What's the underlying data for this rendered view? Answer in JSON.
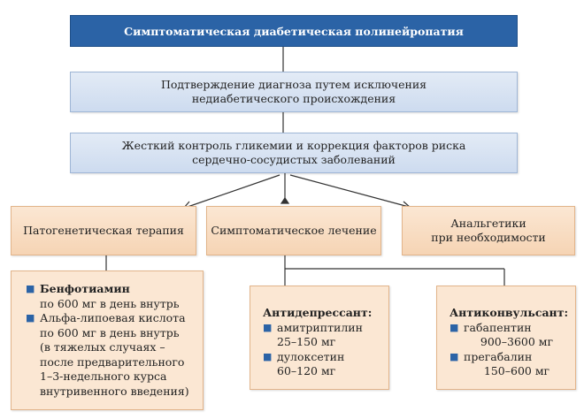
{
  "title": "Симптоматическая диабетическая полинейропатия",
  "step1": {
    "line1": "Подтверждение диагноза путем исключения",
    "line2": "недиабетического происхождения"
  },
  "step2": {
    "line1": "Жесткий контроль гликемии и коррекция факторов риска",
    "line2": "сердечно-сосудистых заболеваний"
  },
  "branches": {
    "pathogenetic": "Патогенетическая терапия",
    "symptomatic": "Симптоматическое лечение",
    "analgesics_line1": "Анальгетики",
    "analgesics_line2": "при необходимости"
  },
  "pathogenetic_detail": {
    "bullet": "■",
    "item1_name": "Бенфотиамин",
    "item1_dose": "по 600 мг в день внутрь",
    "item2_name": "Альфа-липоевая кислота",
    "item2_dose": "по 600 мг в день внутрь",
    "item2_note1": "(в тяжелых случаях –",
    "item2_note2": "после предварительного",
    "item2_note3": "1–3-недельного курса",
    "item2_note4": "внутривенного введения)"
  },
  "antidepressant": {
    "heading": "Антидепрессант:",
    "drug1": "амитриптилин",
    "dose1": "25–150 мг",
    "drug2": "дулоксетин",
    "dose2": "60–120 мг"
  },
  "anticonvulsant": {
    "heading": "Антиконвульсант:",
    "drug1": "габапентин",
    "dose1": "900–3600 мг",
    "drug2": "прегабалин",
    "dose2": "150–600 мг"
  },
  "colors": {
    "title_bg": "#2b63a6",
    "blue_box": "#d6e2f2",
    "peach_box": "#f8dcc0",
    "bullet": "#2b63a6",
    "line": "#444444"
  }
}
